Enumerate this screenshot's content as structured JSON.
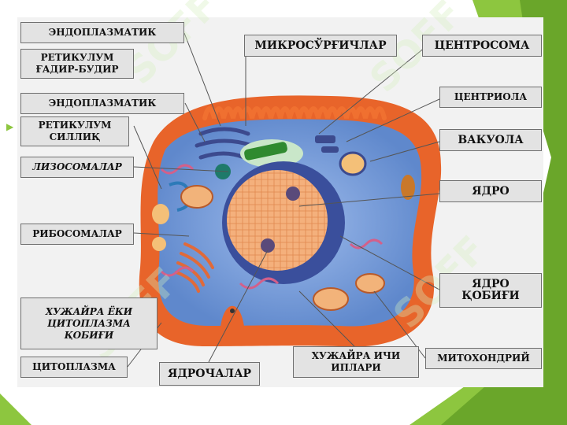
{
  "slide": {
    "bullet_glyph": "▶",
    "colors": {
      "background": "#ffffff",
      "green_band": "#6aa62a",
      "green_light": "#8dc63f",
      "label_fill": "#e3e3e3",
      "label_border": "#6f6f6f",
      "leader_line": "#555555",
      "membrane": "#e8642a",
      "cytoplasm": "#6f98d4",
      "nucleus": "#f2a36a",
      "nuclear_envelope": "#3a4f9c"
    }
  },
  "labels": {
    "er_rough_1": "ЭНДОПЛАЗМАТИК",
    "er_rough_2": "РЕТИКУЛУМ\nҒАДИР-БУДИР",
    "er_smooth_1": "ЭНДОПЛАЗМАТИК",
    "er_smooth_2": "РЕТИКУЛУМ\nСИЛЛИҚ",
    "lysosomes": "ЛИЗОСОМАЛАР",
    "ribosomes": "РИБОСОМАЛАР",
    "outer_membrane": "ХУЖАЙРА ЁКИ\nЦИТОПЛАЗМА\nҚОБИҒИ",
    "cytoplasm": "ЦИТОПЛАЗМА",
    "nucleoli": "ЯДРОЧАЛАР",
    "inner_threads": "ХУЖАЙРА ИЧИ\nИПЛАРИ",
    "mitochondria": "МИТОХОНДРИЙ",
    "microtubules": "МИКРОСЎРҒИЧЛАР",
    "centrosome": "ЦЕНТРОСОМА",
    "centriole": "ЦЕНТРИОЛА",
    "vacuole": "ВАКУОЛА",
    "nucleus": "ЯДРО",
    "nuclear_envelope": "ЯДРО\nҚОБИҒИ"
  },
  "watermark": {
    "text": "SOFF"
  }
}
